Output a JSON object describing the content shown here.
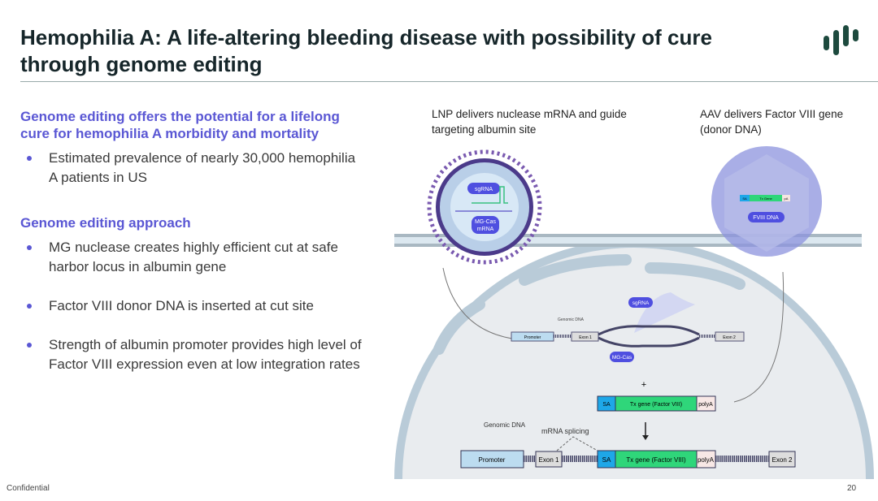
{
  "title": "Hemophilia A:  A life-altering bleeding disease with possibility of cure through genome editing",
  "sections": [
    {
      "heading": "Genome editing offers the potential for a lifelong cure for hemophilia A morbidity and mortality",
      "bullets": [
        "Estimated prevalence of nearly 30,000 hemophilia A patients in US"
      ]
    },
    {
      "heading": "Genome editing approach",
      "bullets": [
        "MG nuclease creates highly efficient cut at safe harbor locus in albumin gene",
        "Factor VIII donor DNA is inserted at cut site",
        "Strength of albumin promoter provides high level of Factor VIII expression even at low integration rates"
      ]
    }
  ],
  "diagram": {
    "lnp_caption": "LNP delivers  nuclease mRNA and guide targeting albumin site",
    "aav_caption": "AAV delivers Factor VIII gene (donor DNA)",
    "lnp_sgrna": "sgRNA",
    "lnp_mgcas": "MG-Cas",
    "lnp_mrna": "mRNA",
    "aav_sa": "SA",
    "aav_tx": "Tx Gene",
    "aav_pa": "pA",
    "aav_label": "FVIII DNA",
    "genomic_dna_top": "Genomic DNA",
    "promoter": "Promoter",
    "exon1": "Exon 1",
    "exon2": "Exon 2",
    "sgrna": "sgRNA",
    "mgcas": "MG-Cas",
    "plus": "+",
    "donor_sa": "SA",
    "donor_tx": "Tx gene (Factor VIII)",
    "donor_polya": "polyA",
    "genomic_dna_bottom": "Genomic DNA",
    "splicing": "mRNA splicing",
    "final_promoter": "Promoter",
    "final_exon1": "Exon 1",
    "final_sa": "SA",
    "final_tx": "Tx gene (Factor VIII)",
    "final_polya": "polyA",
    "final_exon2": "Exon 2"
  },
  "colors": {
    "accent": "#5a57d4",
    "logo": "#1d4a3e",
    "tx_gene": "#2fd67a",
    "sa": "#1ea7e8"
  },
  "footer": {
    "confidential": "Confidential",
    "page": "20"
  }
}
